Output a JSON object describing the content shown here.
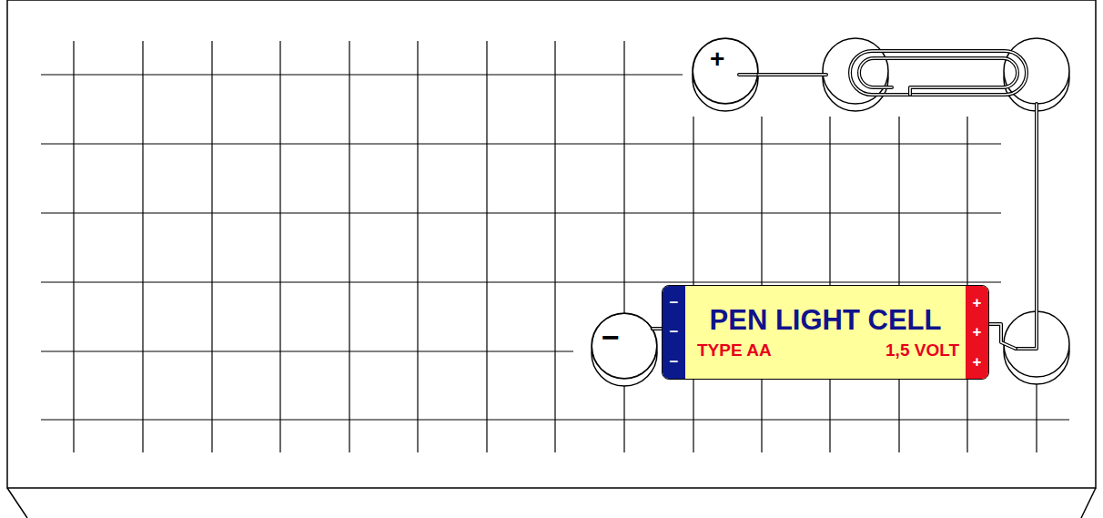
{
  "diagram": {
    "nodes": [
      {
        "text": [
          "+"
        ]
      },
      {
        "text": [
          "−"
        ]
      },
      {
        "text": [
          "PEN LIGHT CELL",
          "TYPE AA",
          "1,5 VOLT"
        ]
      },
      {
        "text": [
          "−",
          "−",
          "−"
        ],
        "in": 2
      },
      {
        "text": [
          "+",
          "+",
          "+"
        ],
        "in": 2
      }
    ],
    "edges": [
      {
        "from": 2,
        "to": 1,
        "arrow": "none"
      }
    ]
  }
}
